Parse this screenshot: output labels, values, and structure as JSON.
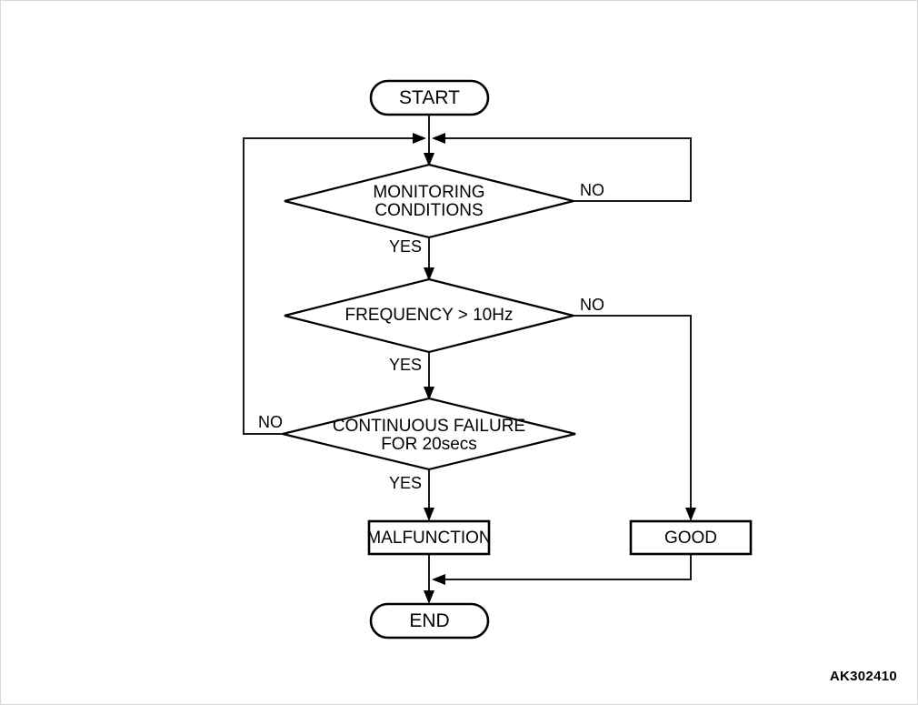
{
  "figure": {
    "code": "AK302410",
    "type": "flowchart",
    "background_color": "#ffffff",
    "line_color": "#000000"
  },
  "nodes": {
    "start": {
      "label": "START",
      "shape": "terminator"
    },
    "decision_monitoring": {
      "label_line1": "MONITORING",
      "label_line2": "CONDITIONS",
      "shape": "decision"
    },
    "decision_frequency": {
      "label_line1": "FREQUENCY > 10Hz",
      "label_line2": "",
      "shape": "decision"
    },
    "decision_continuous": {
      "label_line1": "CONTINUOUS FAILURE",
      "label_line2": "FOR 20secs",
      "shape": "decision"
    },
    "malfunction": {
      "label": "MALFUNCTION",
      "shape": "process"
    },
    "good": {
      "label": "GOOD",
      "shape": "process"
    },
    "end": {
      "label": "END",
      "shape": "terminator"
    }
  },
  "edge_labels": {
    "monitoring_yes": "YES",
    "monitoring_no": "NO",
    "frequency_yes": "YES",
    "frequency_no": "NO",
    "continuous_yes": "YES",
    "continuous_no": "NO"
  },
  "flow": [
    {
      "from": "start",
      "to": "decision_monitoring",
      "label": ""
    },
    {
      "from": "decision_monitoring",
      "to": "decision_frequency",
      "label": "YES"
    },
    {
      "from": "decision_monitoring",
      "to": "decision_monitoring",
      "label": "NO"
    },
    {
      "from": "decision_frequency",
      "to": "decision_continuous",
      "label": "YES"
    },
    {
      "from": "decision_frequency",
      "to": "good",
      "label": "NO"
    },
    {
      "from": "decision_continuous",
      "to": "malfunction",
      "label": "YES"
    },
    {
      "from": "decision_continuous",
      "to": "decision_monitoring",
      "label": "NO"
    },
    {
      "from": "malfunction",
      "to": "end",
      "label": ""
    },
    {
      "from": "good",
      "to": "end",
      "label": ""
    }
  ]
}
